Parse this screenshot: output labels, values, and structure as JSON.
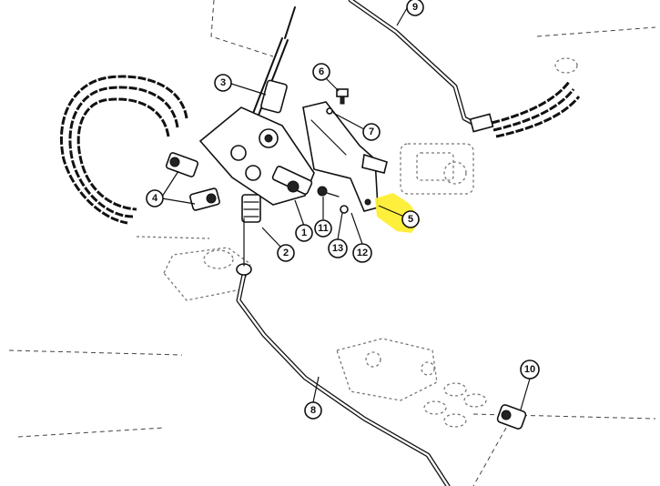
{
  "diagram": {
    "highlight_color": "#ffee33",
    "callouts": [
      {
        "id": "callout-1",
        "label": "1"
      },
      {
        "id": "callout-2",
        "label": "2"
      },
      {
        "id": "callout-3",
        "label": "3"
      },
      {
        "id": "callout-4",
        "label": "4"
      },
      {
        "id": "callout-5",
        "label": "5",
        "highlighted": true
      },
      {
        "id": "callout-6",
        "label": "6"
      },
      {
        "id": "callout-7",
        "label": "7"
      },
      {
        "id": "callout-8",
        "label": "8"
      },
      {
        "id": "callout-9",
        "label": "9"
      },
      {
        "id": "callout-10",
        "label": "10"
      },
      {
        "id": "callout-11",
        "label": "11"
      },
      {
        "id": "callout-12",
        "label": "12"
      },
      {
        "id": "callout-13",
        "label": "13"
      }
    ]
  }
}
